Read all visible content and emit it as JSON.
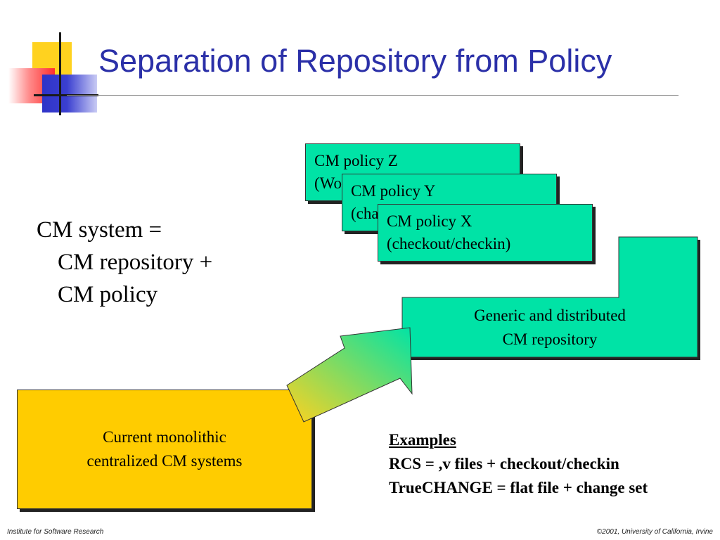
{
  "slide": {
    "title": "Separation of Repository from Policy"
  },
  "equation": {
    "line1": "CM system =",
    "line2": "CM repository +",
    "line3": "CM policy"
  },
  "policies": [
    {
      "name": "CM policy Z",
      "detail": "(Wo"
    },
    {
      "name": "CM policy Y",
      "detail": "(cha"
    },
    {
      "name": "CM policy X",
      "detail": "(checkout/checkin)"
    }
  ],
  "repository": {
    "line1": "Generic and distributed",
    "line2": "CM repository"
  },
  "monolithic": {
    "line1": "Current monolithic",
    "line2": "centralized CM systems"
  },
  "examples": {
    "heading": "Examples",
    "line1": "RCS = ,v files + checkout/checkin",
    "line2": "TrueCHANGE = flat file + change set"
  },
  "footer": {
    "left": "Institute for Software Research",
    "right": "©2001, University of California, Irvine"
  },
  "colors": {
    "title": "#2b30a8",
    "box_green": "#00e3a6",
    "box_yellow": "#ffcc00",
    "arrow_gradient": [
      "#ffd21f",
      "#00e3a6"
    ]
  }
}
